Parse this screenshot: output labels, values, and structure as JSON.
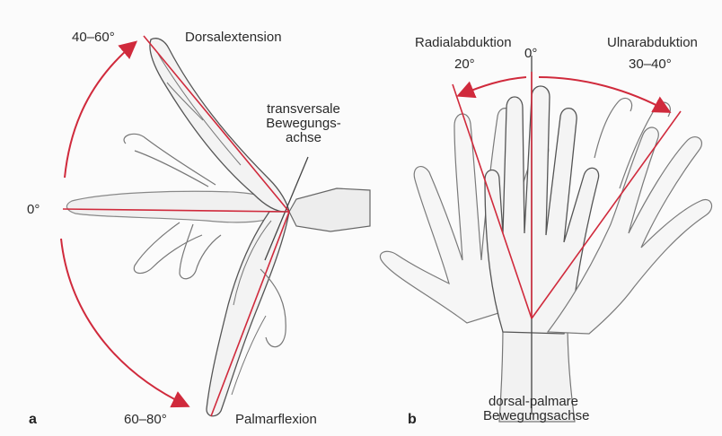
{
  "colors": {
    "accent": "#d02a3c",
    "sketch": "#555555",
    "sketch_light": "#8a8a8a",
    "axis": "#444444"
  },
  "panel_a": {
    "label": "a",
    "angle_top": "40–60°",
    "angle_bottom": "60–80°",
    "zero": "0°",
    "extension": "Dorsalextension",
    "flexion": "Palmarflexion",
    "axis_label": "transversale Bewegungs- achse"
  },
  "panel_b": {
    "label": "b",
    "radial": "Radialabduktion",
    "radial_angle": "20°",
    "zero": "0°",
    "ulnar": "Ulnarabduktion",
    "ulnar_angle": "30–40°",
    "axis_label": "dorsal-palmare Bewegungsachse"
  }
}
